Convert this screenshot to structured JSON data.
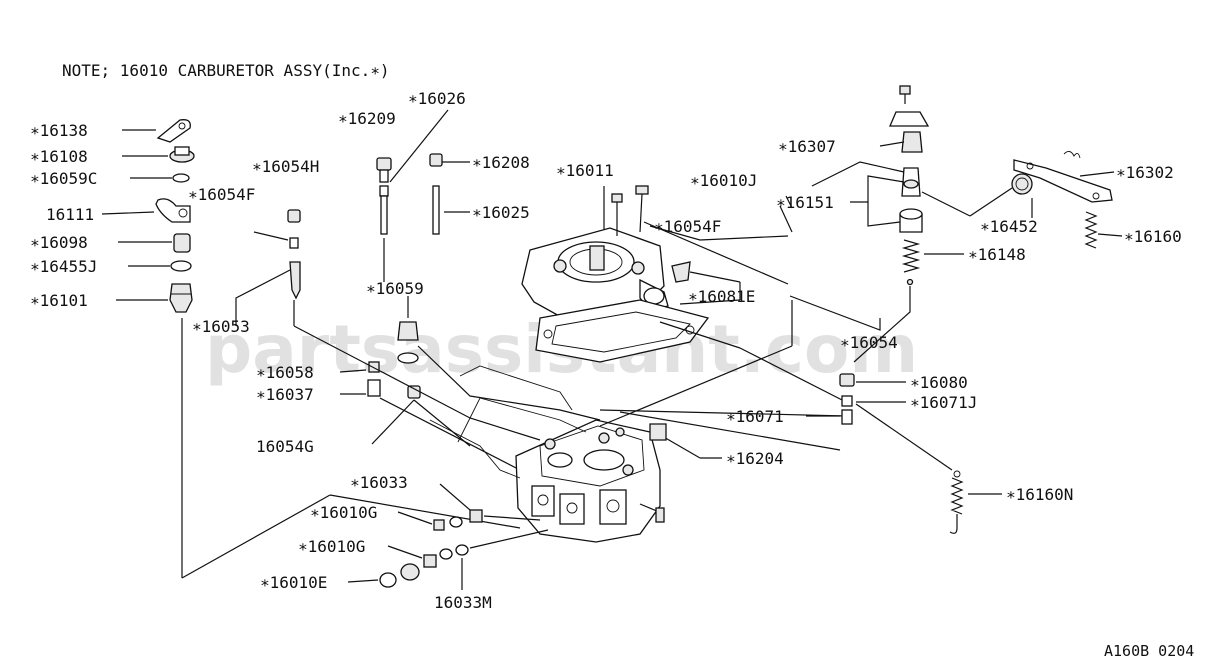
{
  "note": "NOTE; 16010 CARBURETOR ASSY(Inc.∗)",
  "watermark": "partsassistant.com",
  "diagram_code": "A160B 0204",
  "colors": {
    "ink": "#111111",
    "background": "#ffffff",
    "watermark": "#c9c9c9"
  },
  "labels": {
    "p16138": "∗16138",
    "p16108": "∗16108",
    "p16059C": "∗16059C",
    "p16111": "16111",
    "p16098": "∗16098",
    "p16455J": "∗16455J",
    "p16101": "∗16101",
    "p16054H": "∗16054H",
    "p16054F_left": "∗16054F",
    "p16053": "∗16053",
    "p16209": "∗16209",
    "p16026": "∗16026",
    "p16208": "∗16208",
    "p16025": "∗16025",
    "p16059": "∗16059",
    "p16058": "∗16058",
    "p16037": "∗16037",
    "p16054G": "16054G",
    "p16033": "∗16033",
    "p16010G_upper": "∗16010G",
    "p16010G_lower": "∗16010G",
    "p16010E": "∗16010E",
    "p16033M": "16033M",
    "p16011": "∗16011",
    "p16054F_right": "∗16054F",
    "p16010J": "∗16010J",
    "p16081E": "∗16081E",
    "p16054": "∗16054",
    "p16307": "∗16307",
    "p16151": "∗16151",
    "p16148": "∗16148",
    "p16452": "∗16452",
    "p16302": "∗16302",
    "p16160": "∗16160",
    "p16080": "∗16080",
    "p16071J": "∗16071J",
    "p16071": "∗16071",
    "p16204": "∗16204",
    "p16160N": "∗16160N"
  }
}
